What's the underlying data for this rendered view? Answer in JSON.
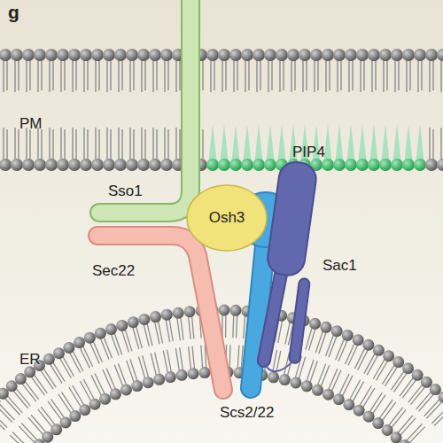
{
  "diagram": {
    "nodes": [
      {
        "text": [
          "Osh3"
        ]
      }
    ],
    "labels": [
      "g",
      "PM",
      "PIP4",
      "Sso1",
      "Sec22",
      "Sac1",
      "ER",
      "Scs2/22"
    ]
  }
}
